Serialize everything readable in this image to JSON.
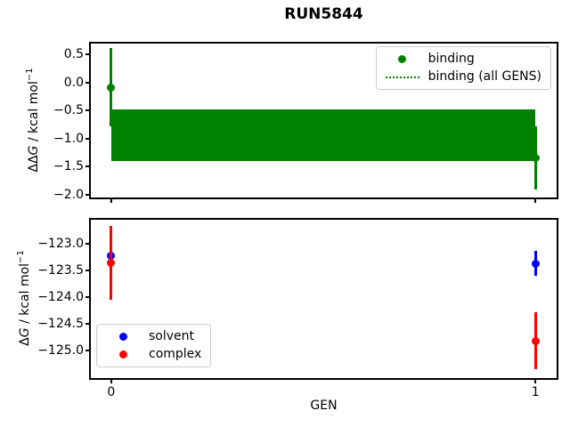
{
  "figure": {
    "title": "RUN5844",
    "background": "#ffffff"
  },
  "colors": {
    "binding": "#008000",
    "solvent": "#0000ff",
    "complex": "#ff0000"
  },
  "chart_data": [
    {
      "type": "scatter",
      "title": "RUN5844",
      "ylabel": "ΔΔG / kcal mol⁻¹",
      "ylabel_parts": {
        "pre": "ΔΔ",
        "var": "G",
        "unit": " / kcal mol",
        "sup": "−1"
      },
      "xlim": [
        -0.048,
        1.05
      ],
      "ylim": [
        -2.05,
        0.69
      ],
      "yticks": [
        0.5,
        0.0,
        -0.5,
        -1.0,
        -1.5,
        -2.0
      ],
      "xticks": [
        0,
        1
      ],
      "xtick_labels": [
        "",
        ""
      ],
      "grid": false,
      "legend_position": "upper right",
      "legend": [
        {
          "label": "binding",
          "marker": "dot",
          "color": "#008000"
        },
        {
          "label": "binding (all GENS)",
          "marker": "dotted-line",
          "color": "#008000"
        }
      ],
      "band": {
        "x0": 0,
        "x1": 1,
        "y_low": -1.4,
        "y_high": -0.48,
        "color": "#008000"
      },
      "series": [
        {
          "name": "binding",
          "color": "#008000",
          "points": [
            {
              "x": 0,
              "y": -0.09,
              "yerr": 0.7
            },
            {
              "x": 1,
              "y": -1.34,
              "yerr": 0.56
            }
          ]
        }
      ]
    },
    {
      "type": "scatter",
      "title": "",
      "ylabel": "ΔG / kcal mol⁻¹",
      "ylabel_parts": {
        "pre": "Δ",
        "var": "G",
        "unit": " / kcal mol",
        "sup": "−1"
      },
      "xlabel": "GEN",
      "xlim": [
        -0.048,
        1.05
      ],
      "ylim": [
        -125.52,
        -122.55
      ],
      "yticks": [
        -123.0,
        -123.5,
        -124.0,
        -124.5,
        -125.0
      ],
      "xticks": [
        0,
        1
      ],
      "xtick_labels": [
        "0",
        "1"
      ],
      "grid": false,
      "legend_position": "lower left",
      "legend": [
        {
          "label": "solvent",
          "marker": "dot",
          "color": "#0000ff"
        },
        {
          "label": "complex",
          "marker": "dot",
          "color": "#ff0000"
        }
      ],
      "series": [
        {
          "name": "solvent",
          "color": "#0000ff",
          "points": [
            {
              "x": 0,
              "y": -123.22,
              "yerr": 0.3
            },
            {
              "x": 1,
              "y": -123.37,
              "yerr": 0.23
            }
          ]
        },
        {
          "name": "complex",
          "color": "#ff0000",
          "points": [
            {
              "x": 0,
              "y": -123.36,
              "yerr": 0.7
            },
            {
              "x": 1,
              "y": -124.82,
              "yerr": 0.54
            }
          ]
        }
      ]
    }
  ]
}
